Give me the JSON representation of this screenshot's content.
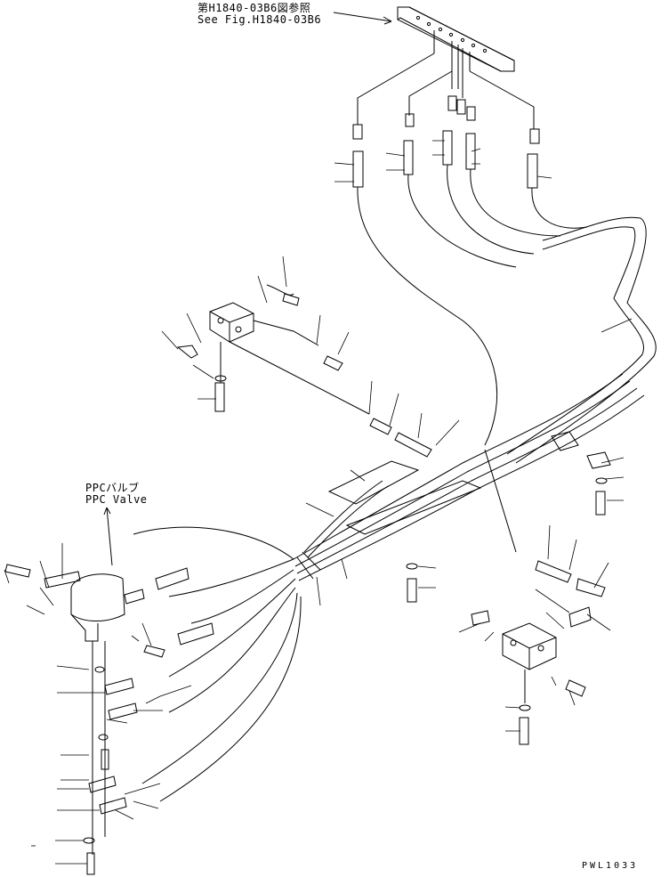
{
  "reference": {
    "line_jp": "第H1840-03B6図参照",
    "line_en": "See Fig.H1840-03B6"
  },
  "ppc_valve": {
    "label_jp": "PPCバルブ",
    "label_en": "PPC Valve"
  },
  "drawing_code": "PWL1033"
}
